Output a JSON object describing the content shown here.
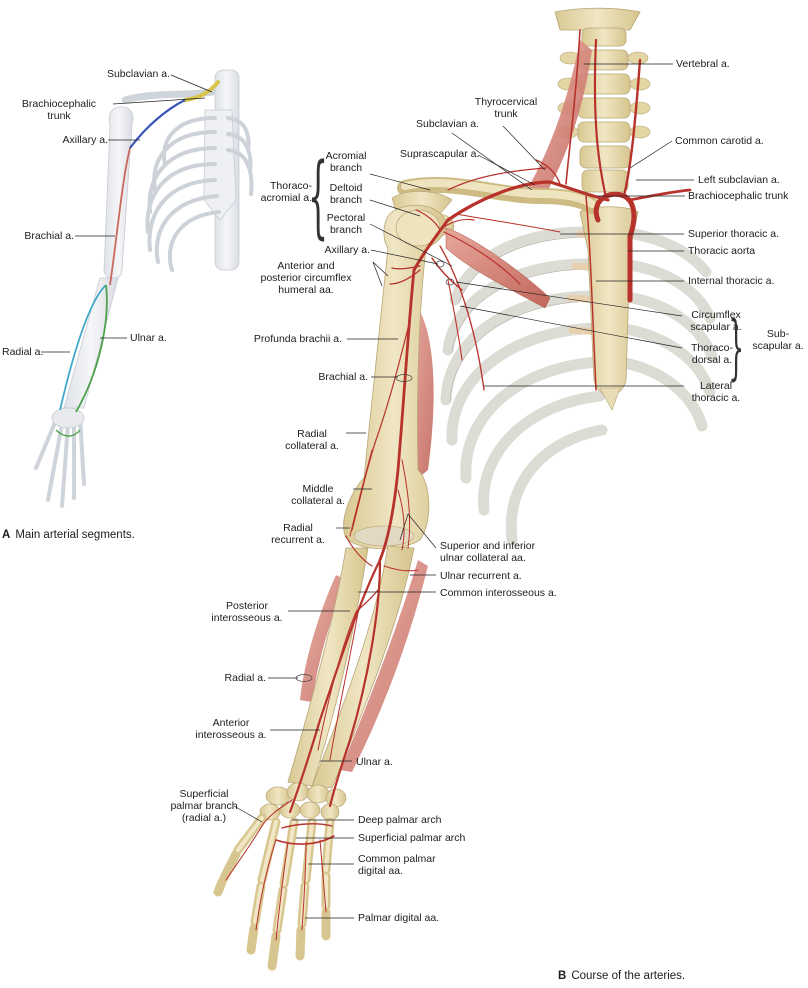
{
  "panel_a": {
    "letter": "A",
    "caption": "Main arterial segments.",
    "labels": {
      "subclavian": "Subclavian a.",
      "brachiocephalic_1": "Brachiocephalic",
      "brachiocephalic_2": "trunk",
      "axillary": "Axillary a.",
      "brachial": "Brachial a.",
      "radial": "Radial a.",
      "ulnar": "Ulnar a."
    },
    "colors": {
      "subclavian": "#d8c54a",
      "axillary": "#3a55b8",
      "brachial": "#c76a5e",
      "radial": "#3fa9c9",
      "ulnar": "#4da24a"
    }
  },
  "panel_b": {
    "letter": "B",
    "caption": "Course of the arteries.",
    "labels": {
      "vertebral": "Vertebral a.",
      "thyrocervical_1": "Thyrocervical",
      "thyrocervical_2": "trunk",
      "subclavian": "Subclavian a.",
      "common_carotid": "Common carotid a.",
      "suprascapular": "Suprascapular a.",
      "acromial_1": "Acromial",
      "acromial_2": "branch",
      "thoraco_acromial_1": "Thoraco-",
      "thoraco_acromial_2": "acromial a.",
      "deltoid_1": "Deltoid",
      "deltoid_2": "branch",
      "pectoral_1": "Pectoral",
      "pectoral_2": "branch",
      "left_subclavian": "Left subclavian a.",
      "brachiocephalic_trunk": "Brachiocephalic trunk",
      "superior_thoracic": "Superior thoracic a.",
      "axillary": "Axillary a.",
      "thoracic_aorta": "Thoracic aorta",
      "circumflex_humeral_1": "Anterior and",
      "circumflex_humeral_2": "posterior circumflex",
      "circumflex_humeral_3": "humeral aa.",
      "internal_thoracic": "Internal thoracic a.",
      "circumflex_scapular_1": "Circumflex",
      "circumflex_scapular_2": "scapular a.",
      "subscapular_1": "Sub-",
      "subscapular_2": "scapular a.",
      "profunda_brachii": "Profunda brachii a.",
      "thoracodorsal_1": "Thoraco-",
      "thoracodorsal_2": "dorsal a.",
      "brachial": "Brachial a.",
      "lateral_thoracic_1": "Lateral",
      "lateral_thoracic_2": "thoracic a.",
      "radial_collateral_1": "Radial",
      "radial_collateral_2": "collateral a.",
      "middle_collateral_1": "Middle",
      "middle_collateral_2": "collateral a.",
      "radial_recurrent_1": "Radial",
      "radial_recurrent_2": "recurrent a.",
      "ulnar_collateral_1": "Superior and inferior",
      "ulnar_collateral_2": "ulnar collateral aa.",
      "ulnar_recurrent": "Ulnar recurrent a.",
      "common_interosseous": "Common interosseous a.",
      "posterior_interosseous_1": "Posterior",
      "posterior_interosseous_2": "interosseous a.",
      "radial": "Radial a.",
      "anterior_interosseous_1": "Anterior",
      "anterior_interosseous_2": "interosseous a.",
      "ulnar": "Ulnar a.",
      "superficial_palmar_branch_1": "Superficial",
      "superficial_palmar_branch_2": "palmar branch",
      "superficial_palmar_branch_3": "(radial a.)",
      "deep_palmar_arch": "Deep palmar arch",
      "superficial_palmar_arch": "Superficial palmar arch",
      "common_palmar_digital_1": "Common palmar",
      "common_palmar_digital_2": "digital aa.",
      "palmar_digital": "Palmar digital aa."
    },
    "colors": {
      "bone": "#e6d9ae",
      "bone_edge": "#b8a676",
      "muscle": "#cf7f74",
      "artery": "#b8322c",
      "cartilage": "#e8cfae"
    }
  }
}
